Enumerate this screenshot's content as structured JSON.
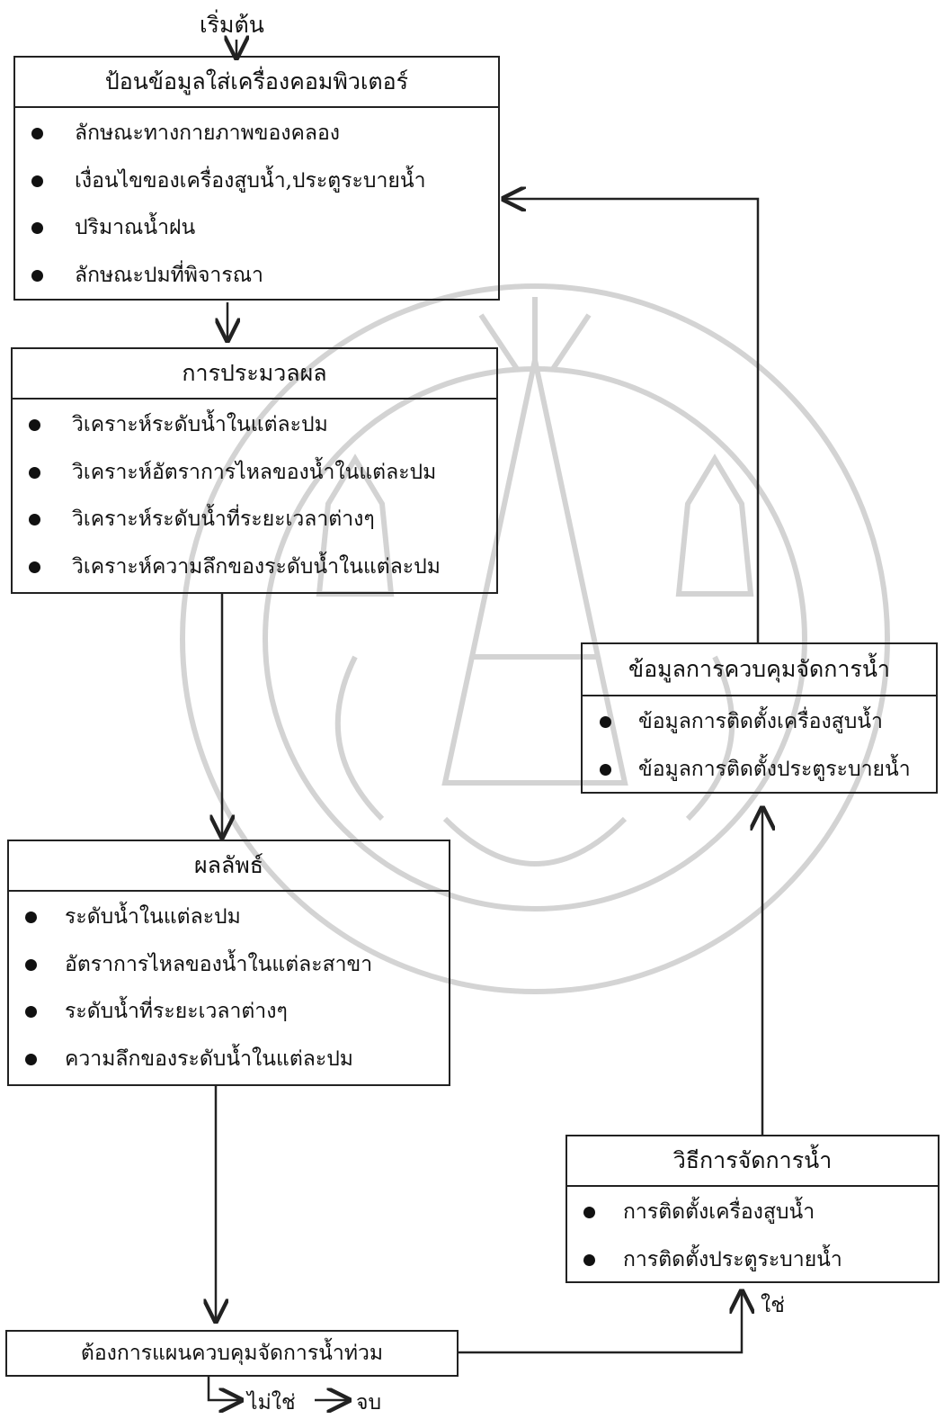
{
  "start_label": "เริ่มต้น",
  "input": {
    "title": "ป้อนข้อมูลใส่เครื่องคอมพิวเตอร์",
    "items": [
      "ลักษณะทางกายภาพของคลอง",
      "เงื่อนไขของเครื่องสูบน้ำ,ประตูระบายน้ำ",
      "ปริมาณน้ำฝน",
      "ลักษณะปมที่พิจารณา"
    ]
  },
  "process": {
    "title": "การประมวลผล",
    "items": [
      "วิเคราะห์ระดับน้ำในแต่ละปม",
      "วิเคราะห์อัตราการไหลของน้ำในแต่ละปม",
      "วิเคราะห์ระดับน้ำที่ระยะเวลาต่างๆ",
      "วิเคราะห์ความลึกของระดับน้ำในแต่ละปม"
    ]
  },
  "result": {
    "title": "ผลลัพธ์",
    "items": [
      "ระดับน้ำในแต่ละปม",
      "อัตราการไหลของน้ำในแต่ละสาขา",
      "ระดับน้ำที่ระยะเวลาต่างๆ",
      "ความลึกของระดับน้ำในแต่ละปม"
    ]
  },
  "control_info": {
    "title": "ข้อมูลการควบคุมจัดการน้ำ",
    "items": [
      "ข้อมูลการติดตั้งเครื่องสูบน้ำ",
      "ข้อมูลการติดตั้งประตูระบายน้ำ"
    ]
  },
  "method": {
    "title": "วิธีการจัดการน้ำ",
    "items": [
      "การติดตั้งเครื่องสูบน้ำ",
      "การติดตั้งประตูระบายน้ำ"
    ]
  },
  "decision": {
    "title": "ต้องการแผนควบคุมจัดการน้ำท่วม"
  },
  "yes_label": "ใช่",
  "no_label": "ไม่ใช่",
  "end_label": "จบ",
  "colors": {
    "line": "#222222",
    "watermark": "#cfcfcf"
  }
}
